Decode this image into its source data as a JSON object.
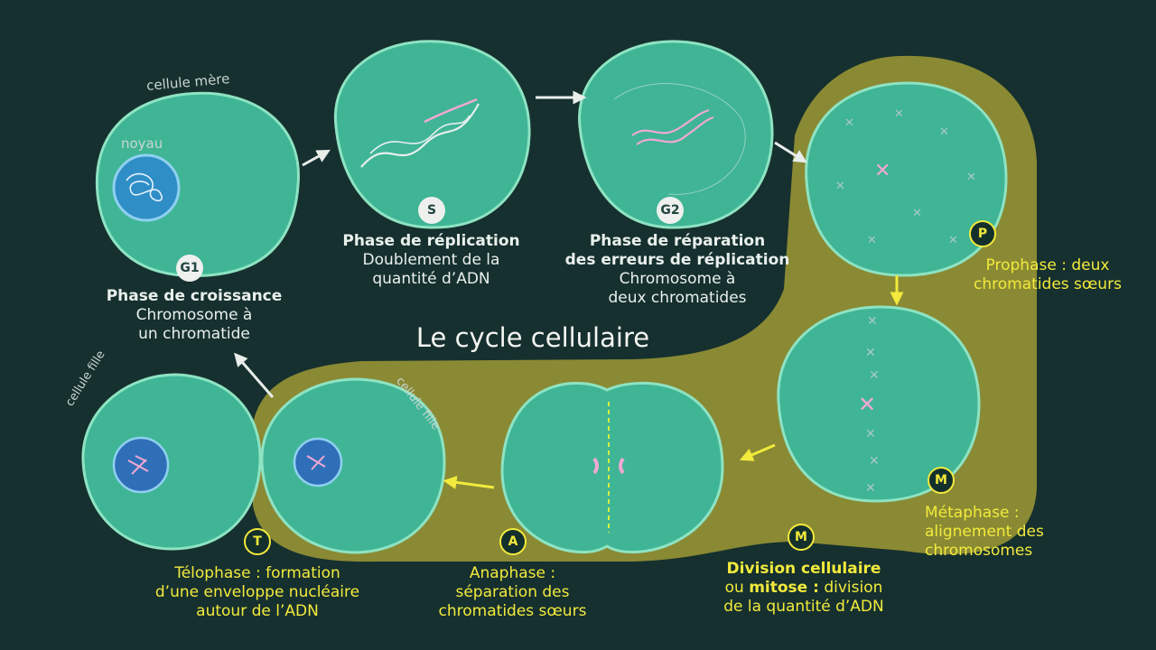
{
  "title": "Le cycle cellulaire",
  "colors": {
    "background": "#16302f",
    "mitosis_zone": "#8a8a34",
    "cell": "#3fb596",
    "cell_border": "#8ee3c2",
    "yellow": "#f2ea3c"
  },
  "tags": {
    "mother_cell": "cellule mère",
    "nucleus": "noyau",
    "daughter_cell_left": "cellule fille",
    "daughter_cell_right": "cellule fille"
  },
  "badges": {
    "g1": "G1",
    "s": "S",
    "g2": "G2",
    "p": "P",
    "m_meta": "M",
    "m_div": "M",
    "a": "A",
    "t": "T"
  },
  "g1": {
    "title": "Phase de croissance",
    "line1": "Chromosome à",
    "line2": "un chromatide"
  },
  "s": {
    "title": "Phase de réplication",
    "line1": "Doublement de la",
    "line2": "quantité d’ADN"
  },
  "g2": {
    "title1": "Phase de réparation",
    "title2": "des erreurs de réplication",
    "line1": "Chromosome à",
    "line2": "deux chromatides"
  },
  "prophase": {
    "name": "Prophase",
    "rest1": " : deux",
    "line2": "chromatides sœurs"
  },
  "metaphase": {
    "name": "Métaphase :",
    "line1": "alignement des",
    "line2": "chromosomes"
  },
  "division": {
    "title": "Division cellulaire",
    "ou": "ou ",
    "mitose": "mitose :",
    "rest1": " division",
    "line2": "de la quantité d’ADN"
  },
  "anaphase": {
    "name": "Anaphase :",
    "line1": "séparation des",
    "line2": "chromatides sœurs"
  },
  "telophase": {
    "name": "Télophase",
    "rest1": " : formation",
    "line1": "d’une enveloppe nucléaire",
    "line2": "autour de l’ADN"
  }
}
